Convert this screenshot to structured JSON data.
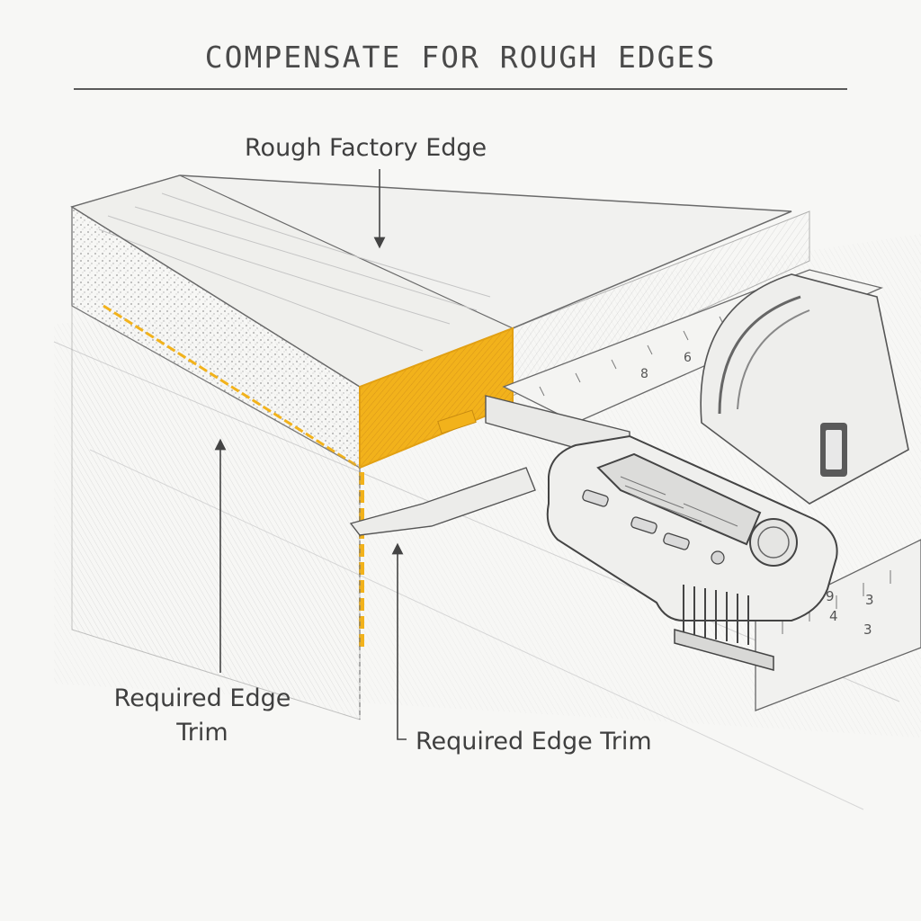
{
  "title": "COMPENSATE FOR ROUGH EDGES",
  "labels": {
    "rough_factory_edge": "Rough Factory Edge",
    "required_edge_trim_left_line1": "Required Edge",
    "required_edge_trim_left_line2": "Trim",
    "required_edge_trim_bottom": "Required Edge Trim"
  },
  "tape_marks": [
    "8",
    "6",
    "4",
    "3",
    "9",
    "3"
  ],
  "colors": {
    "highlight": "#f2b21b",
    "ink": "#3a3a3a",
    "paper": "#f7f7f5"
  }
}
